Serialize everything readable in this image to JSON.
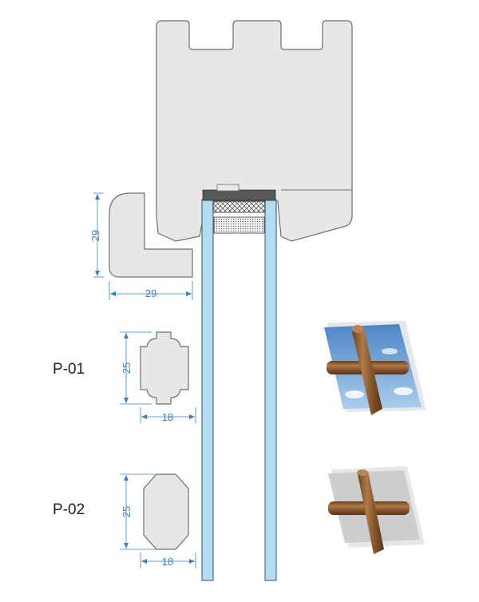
{
  "colors": {
    "profile_fill": "#e6e7e6",
    "profile_stroke": "#6d6f70",
    "glass_fill": "#b3dcf2",
    "glass_stroke": "#4d6d80",
    "dimension": "#3a7fc0",
    "wood": "#8a5a30",
    "sky": "#6a9ed0",
    "grey_glass": "#c9cacc"
  },
  "sash_section": {
    "bead_height": "29",
    "bead_width": "29"
  },
  "profiles": [
    {
      "label": "P-01",
      "height": "25",
      "width": "18",
      "shape": "notched",
      "preview_background": "sky-glass"
    },
    {
      "label": "P-02",
      "height": "25",
      "width": "18",
      "shape": "octagonal",
      "preview_background": "grey-glass"
    }
  ]
}
